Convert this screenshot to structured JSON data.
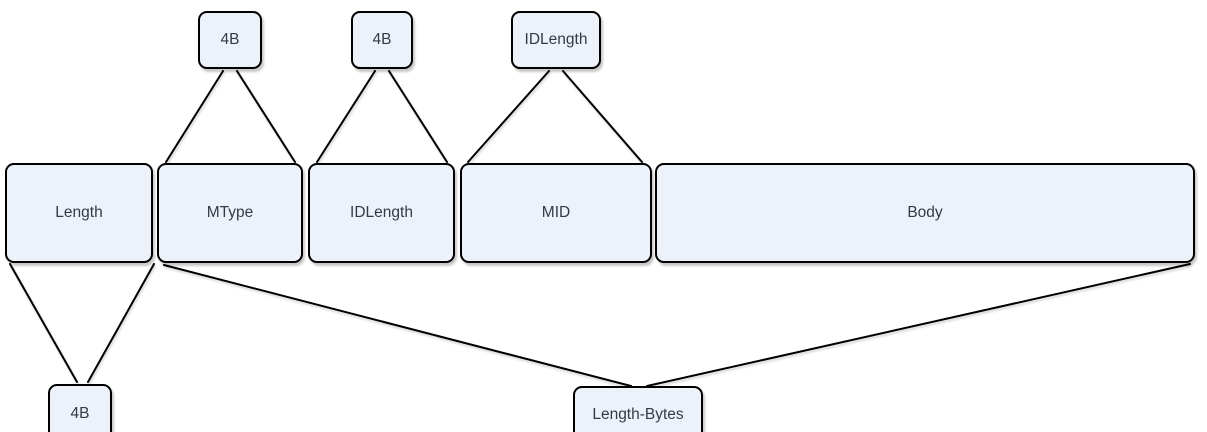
{
  "diagram": {
    "title": "message-format-diagram",
    "fields": [
      {
        "label": "Length"
      },
      {
        "label": "MType"
      },
      {
        "label": "IDLength"
      },
      {
        "label": "MID"
      },
      {
        "label": "Body"
      }
    ],
    "top_size_labels": [
      {
        "label": "4B",
        "annotates": "MType"
      },
      {
        "label": "4B",
        "annotates": "IDLength"
      },
      {
        "label": "IDLength",
        "annotates": "MID"
      }
    ],
    "bottom_size_labels": [
      {
        "label": "4B",
        "annotates": "Length"
      },
      {
        "label": "Length-Bytes",
        "annotates": "MType through Body"
      }
    ],
    "colors": {
      "box_fill": "#edf2fa",
      "box_stroke": "#000000",
      "connector": "#000000",
      "text": "#343a43",
      "background": "#ffffff"
    }
  }
}
